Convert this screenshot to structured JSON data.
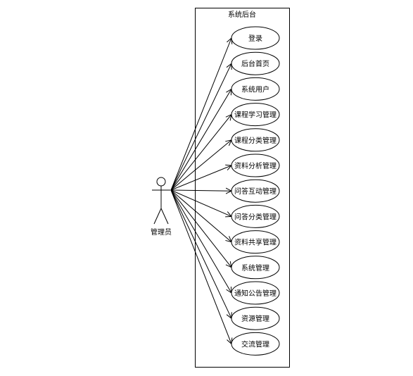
{
  "system": {
    "title": "系统后台"
  },
  "actor": {
    "label": "管理员"
  },
  "use_cases": [
    "登录",
    "后台首页",
    "系统用户",
    "课程学习管理",
    "课程分类管理",
    "资料分析管理",
    "问答互动管理",
    "问答分类管理",
    "资料共享管理",
    "系统管理",
    "通知公告管理",
    "资源管理",
    "交流管理"
  ],
  "colors": {
    "stroke": "#000000",
    "background": "#ffffff"
  }
}
